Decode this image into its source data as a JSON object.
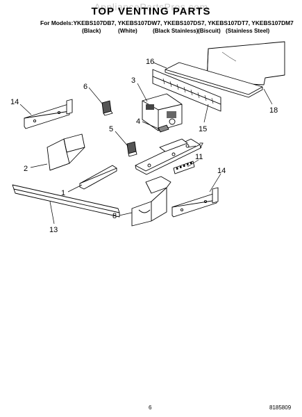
{
  "watermark": "AppliancePartsPros.com",
  "title": "TOP VENTING PARTS",
  "models_line": "For Models:YKEBS107DB7, YKEBS107DW7, YKEBS107DS7, YKEBS107DT7, YKEBS107DM7",
  "finishes": [
    "(Black)",
    "(White)",
    "(Black Stainless)",
    "(Biscuit)",
    "(Stainless Steel)"
  ],
  "callouts": {
    "c1": "1",
    "c2": "2",
    "c3": "3",
    "c4": "4",
    "c5": "5",
    "c6": "6",
    "c7": "7",
    "c8": "8",
    "c11": "11",
    "c13": "13",
    "c14a": "14",
    "c14b": "14",
    "c15": "15",
    "c16": "16",
    "c18": "18"
  },
  "page_number": "6",
  "doc_number": "8185809"
}
